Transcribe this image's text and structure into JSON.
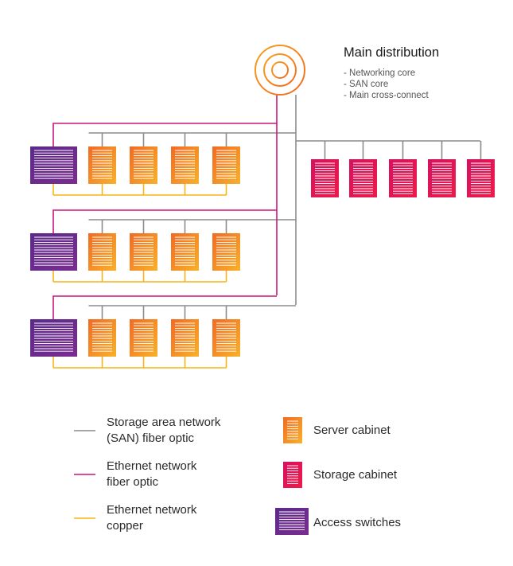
{
  "main_distribution": {
    "title": "Main distribution",
    "items": [
      "- Networking core",
      "- SAN core",
      "- Main cross-connect"
    ]
  },
  "layout_rows": 3,
  "servers_per_row": 4,
  "storage_cabinets": 5,
  "legend": {
    "lines": [
      {
        "label_line1": "Storage area network",
        "label_line2": "(SAN) fiber optic",
        "color": "#8c8c8c"
      },
      {
        "label_line1": "Ethernet network",
        "label_line2": "fiber optic",
        "color": "#c8177e"
      },
      {
        "label_line1": "Ethernet network",
        "label_line2": "copper",
        "color": "#f7b418"
      }
    ],
    "devices": [
      {
        "label": "Server cabinet",
        "kind": "server"
      },
      {
        "label": "Storage cabinet",
        "kind": "storage"
      },
      {
        "label": "Access switches",
        "kind": "switch"
      }
    ]
  },
  "colors": {
    "san": "#8c8c8c",
    "ethernet_fiber": "#c8177e",
    "ethernet_copper": "#f7b418",
    "server_cabinet": "#f39222",
    "storage_cabinet": "#e0115a",
    "access_switch": "#6b2b8e",
    "core_ring": "#f39222"
  }
}
